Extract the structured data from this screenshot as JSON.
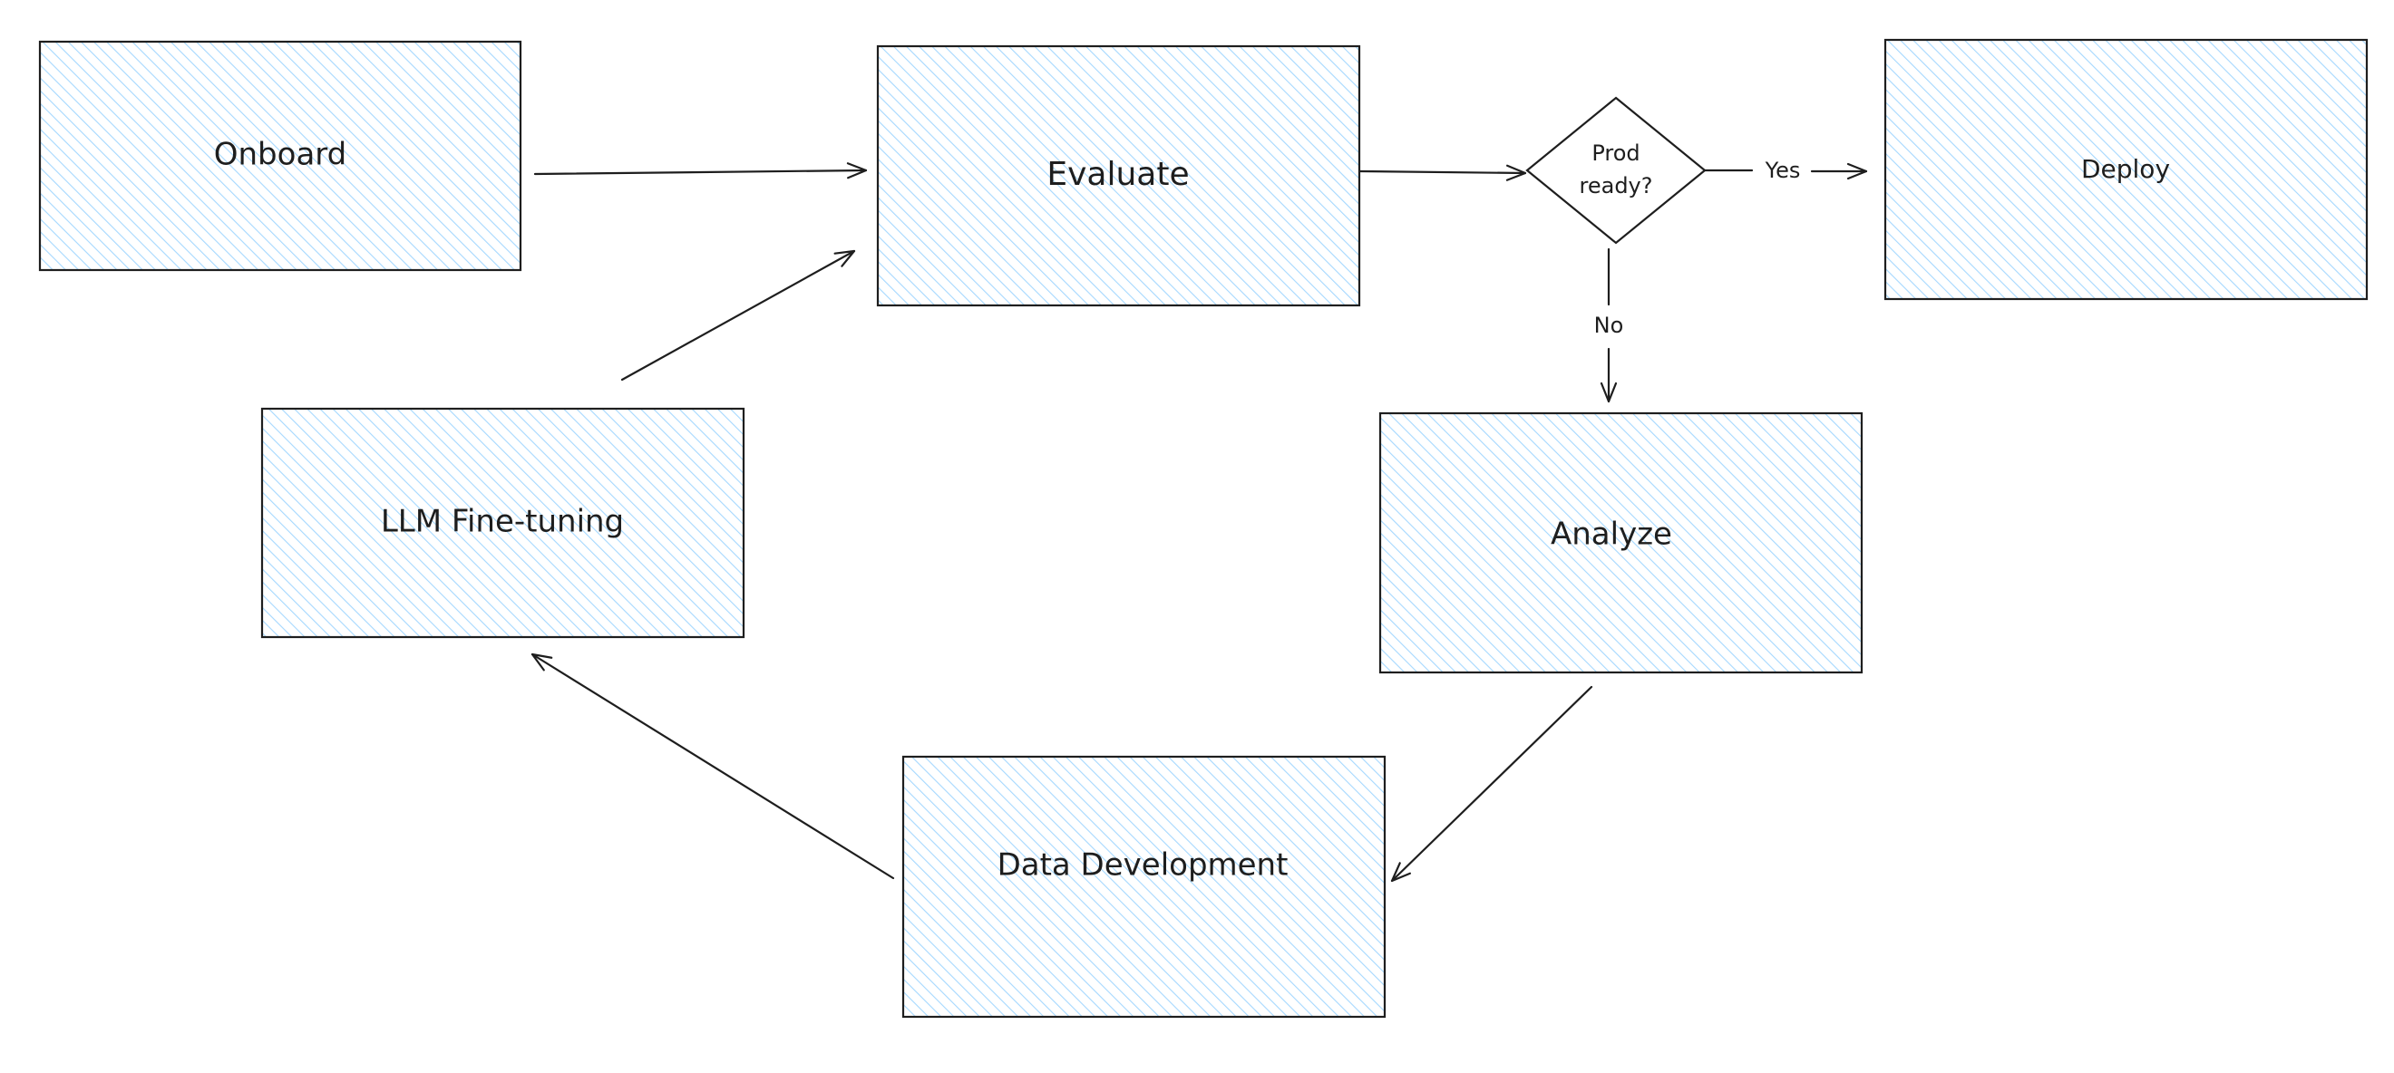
{
  "diagram": {
    "fill_color": "#a5d8ff",
    "stroke_color": "#1e1e1e",
    "nodes": {
      "onboard": "Onboard",
      "evaluate": "Evaluate",
      "decision": [
        "Prod",
        "ready?"
      ],
      "deploy": "Deploy",
      "analyze": "Analyze",
      "data_development": "Data Development",
      "llm_fine_tuning": "LLM Fine-tuning"
    },
    "edges": {
      "yes_label": "Yes",
      "no_label": "No"
    }
  }
}
